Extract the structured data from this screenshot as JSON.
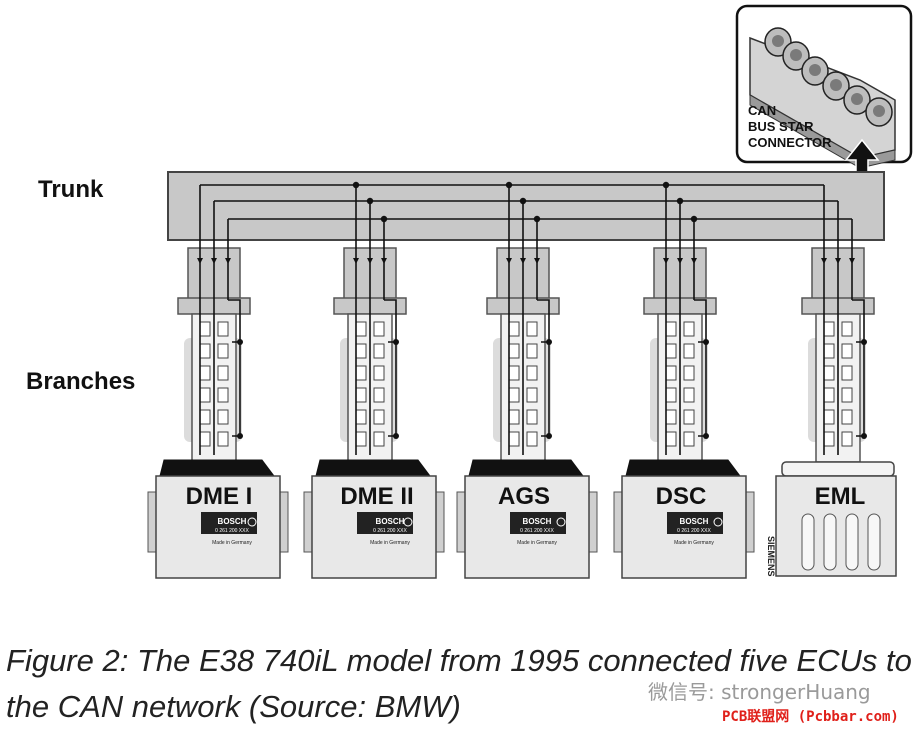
{
  "labels": {
    "trunk": "Trunk",
    "branches": "Branches",
    "connector": [
      "CAN",
      "BUS STAR",
      "CONNECTOR"
    ]
  },
  "ecus": [
    {
      "name": "DME I",
      "brand": "BOSCH",
      "part_number": "0 261 200 XXX",
      "origin": "Made in Germany"
    },
    {
      "name": "DME II",
      "brand": "BOSCH",
      "part_number": "0 261 200 XXX",
      "origin": "Made in Germany"
    },
    {
      "name": "AGS",
      "brand": "BOSCH",
      "part_number": "0 261 200 XXX",
      "origin": "Made in Germany"
    },
    {
      "name": "DSC",
      "brand": "BOSCH",
      "part_number": "0 261 200 XXX",
      "origin": "Made in Germany"
    },
    {
      "name": "EML",
      "brand": "SIEMENS"
    }
  ],
  "caption": "Figure 2: The E38 740iL model from 1995 connected five ECUs to the CAN network (Source: BMW)",
  "watermarks": {
    "wechat": "微信号: strongerHuang",
    "site": "PCB联盟网 (Pcbbar.com)"
  },
  "colors": {
    "housing": "#c8c8c8",
    "wire": "#111111",
    "ecu_body": "#e8e8e8",
    "watermark_red": "#e0201a"
  }
}
